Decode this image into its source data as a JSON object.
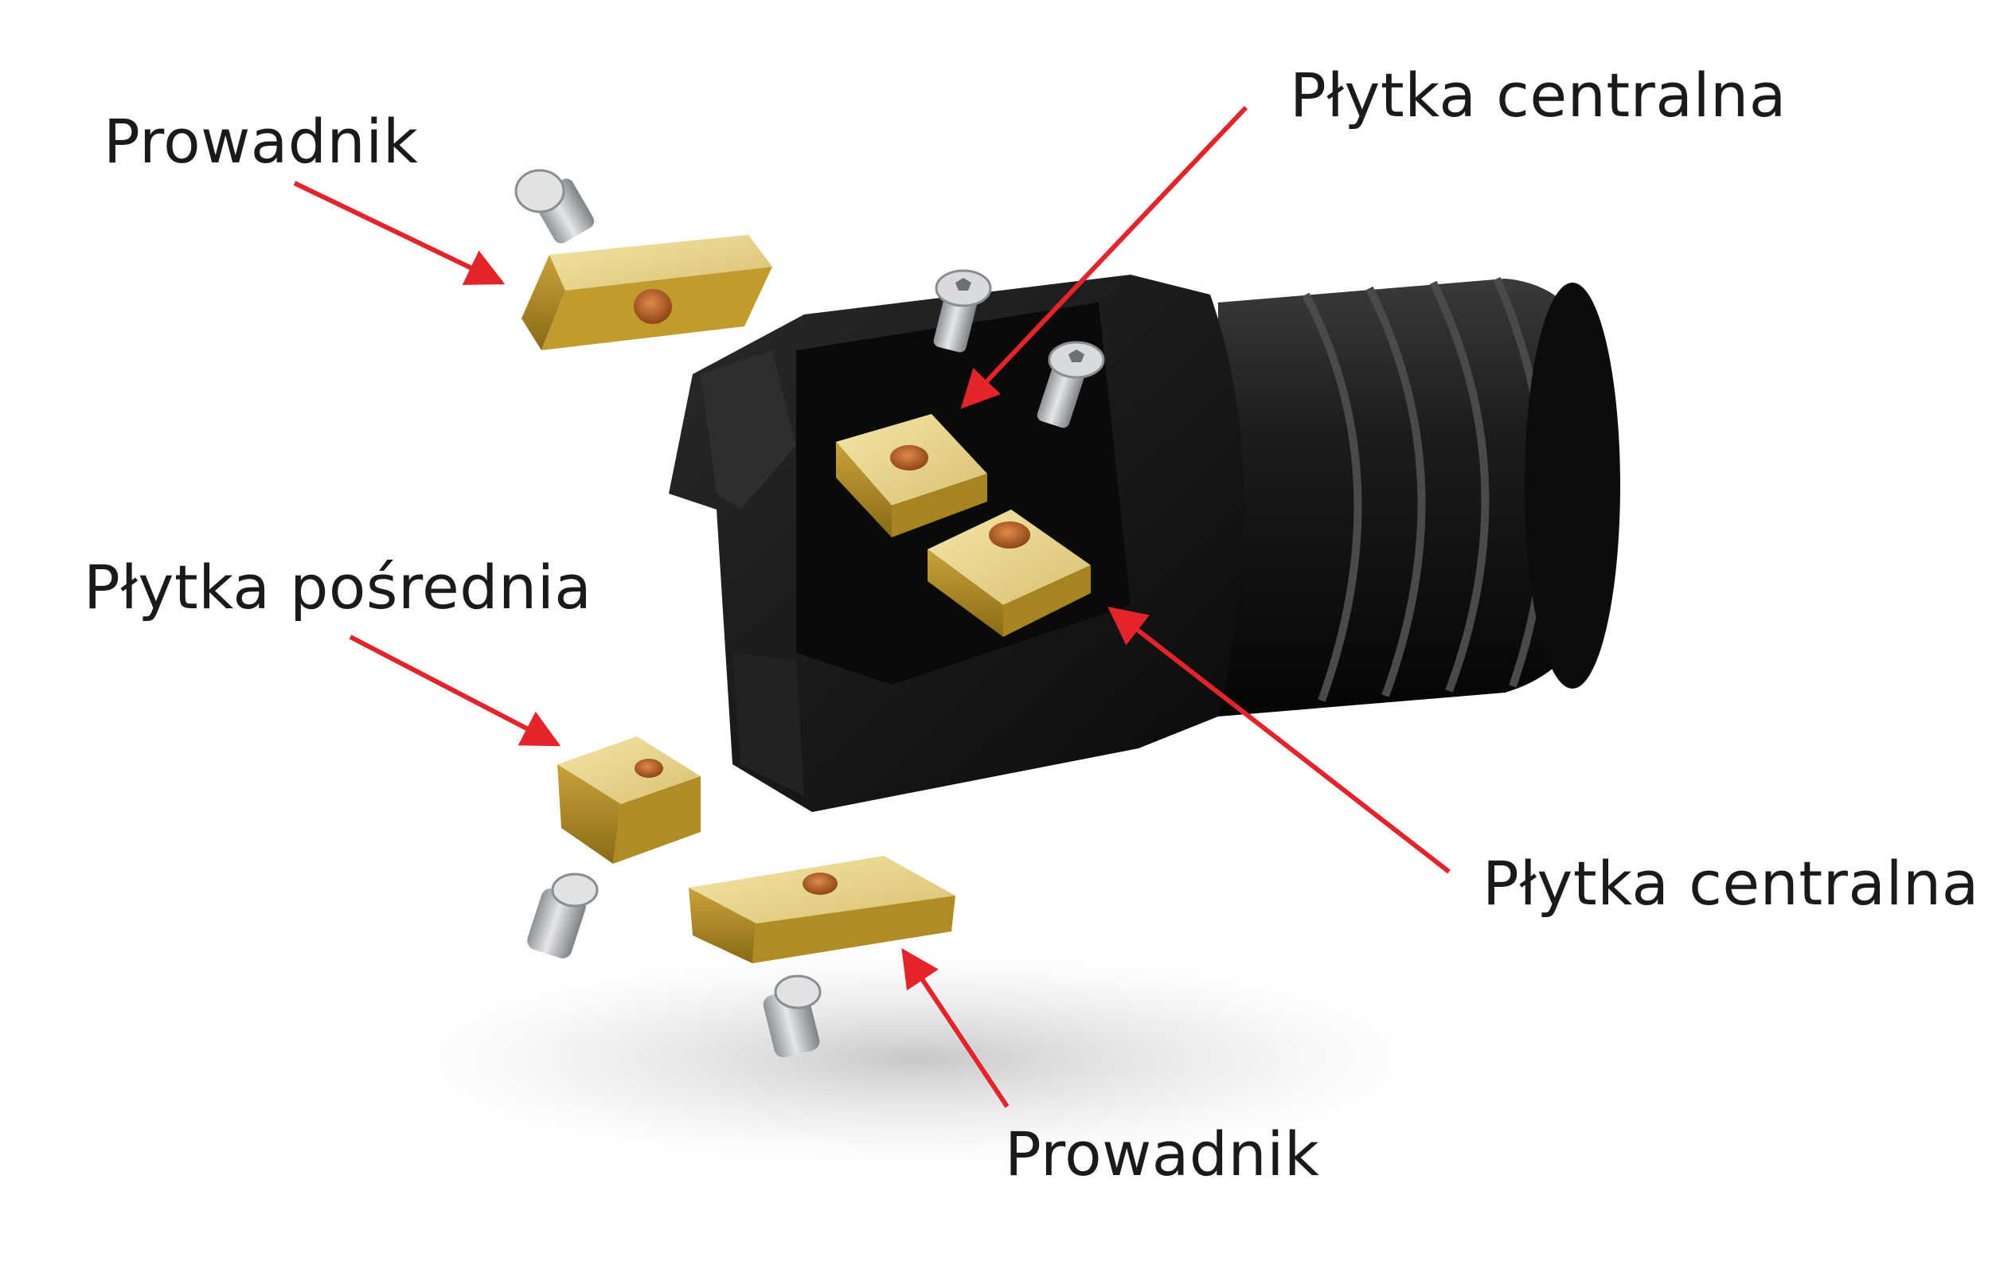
{
  "labels": {
    "guide_top": "Prowadnik",
    "central_top": "Płytka centralna",
    "intermediate": "Płytka pośrednia",
    "central_right": "Płytka centralna",
    "guide_bottom": "Prowadnik"
  },
  "colors": {
    "arrow": "#e3242b",
    "tool_body": "#151515",
    "insert_gold": "#c9a23a",
    "screw_steel": "#b9bcc0",
    "hole_copper": "#b8612a",
    "text": "#1a1a1a"
  },
  "icons": {
    "tool_body": "boring-head-icon",
    "insert": "carbide-insert-icon",
    "screw": "torx-screw-icon"
  }
}
